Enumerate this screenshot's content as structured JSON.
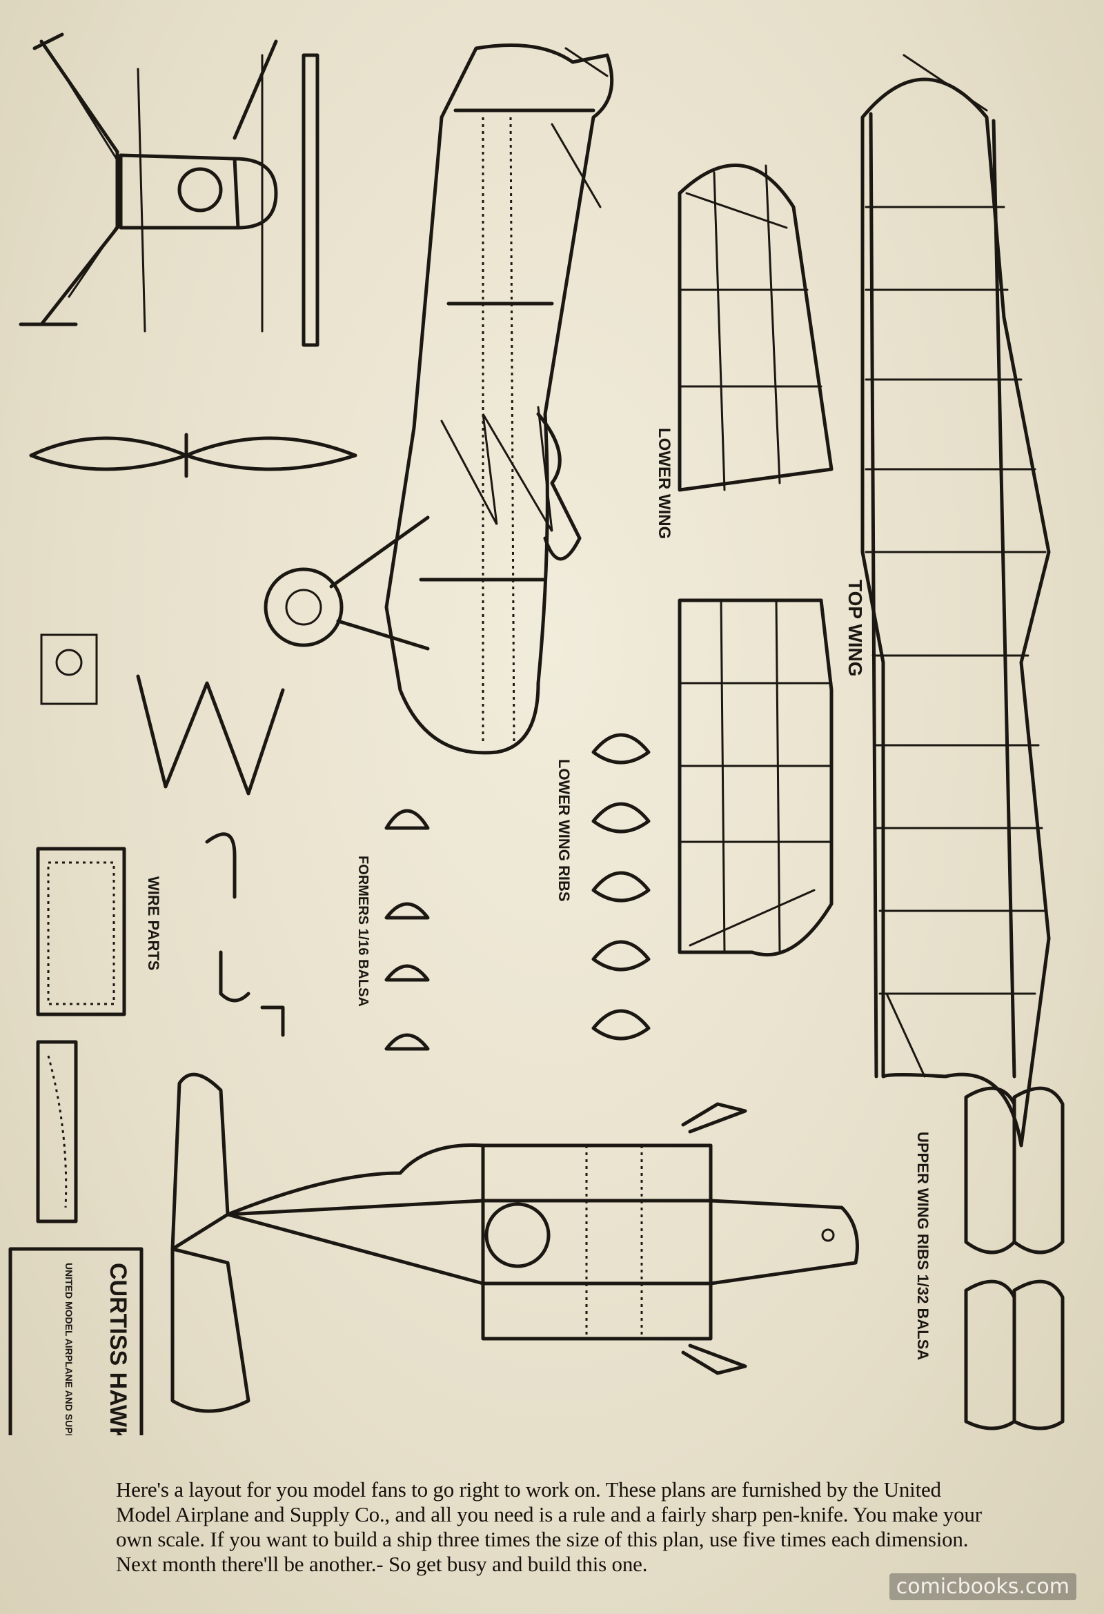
{
  "caption": "Here's a layout for you model fans to go right to work on. These plans are furnished by the United Model Airplane and Supply Co., and all you need is a rule and a fairly sharp pen-knife. You make your own scale. If you want to build a ship three times the size of this plan, use five times each dimension. Next month there'll be another.- So get busy and build this one.",
  "watermark": "comicbooks.com",
  "labels": {
    "top_wing": "TOP WING",
    "lower_wing": "LOWER WING",
    "lower_wing_ribs": "LOWER WING RIBS",
    "upper_wing_ribs": "UPPER WING RIBS 1/32 BALSA",
    "wire_parts": "WIRE PARTS",
    "formers": "FORMERS 1/16 BALSA",
    "title_block": "CURTISS HAWK",
    "title_sub": "UNITED MODEL AIRPLANE AND SUPPLY CO. IRVINGTON N.J."
  },
  "colors": {
    "paper": "#e9e3d0",
    "ink": "#1b1712"
  }
}
